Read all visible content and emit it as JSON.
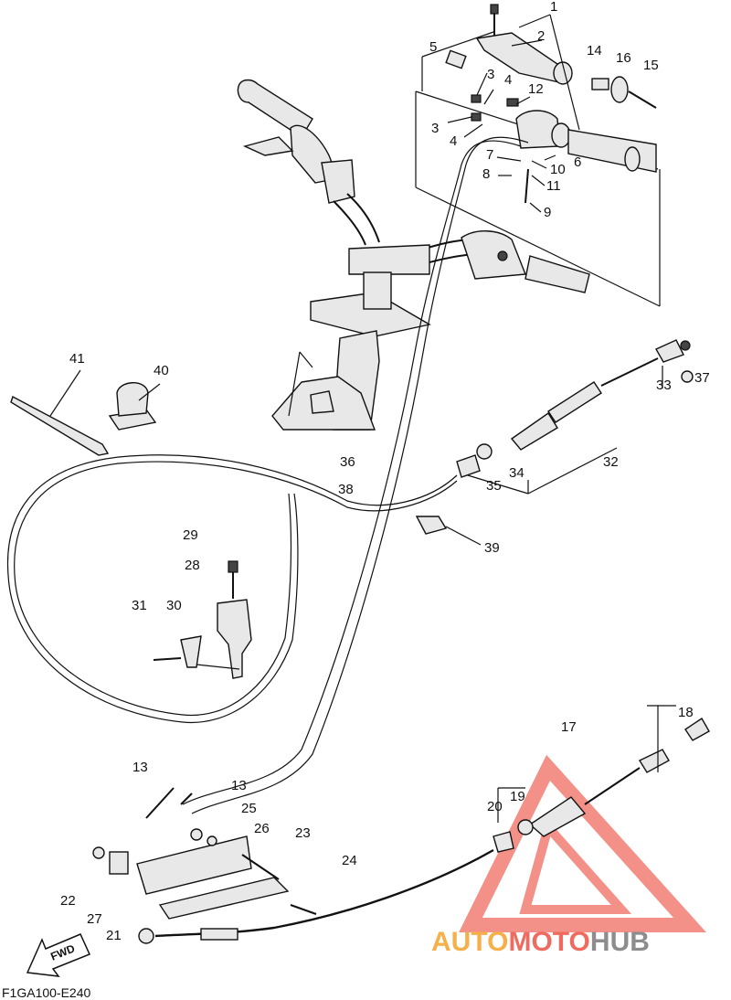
{
  "diagram": {
    "part_numbers": [
      "1",
      "2",
      "3",
      "4",
      "5",
      "12",
      "3",
      "4",
      "14",
      "16",
      "15",
      "7",
      "10",
      "6",
      "8",
      "11",
      "9",
      "41",
      "40",
      "33",
      "37",
      "32",
      "36",
      "34",
      "35",
      "38",
      "39",
      "29",
      "28",
      "31",
      "30",
      "18",
      "17",
      "13",
      "13",
      "19",
      "20",
      "25",
      "26",
      "23",
      "24",
      "22",
      "27",
      "21"
    ],
    "fwd_label": "FWD",
    "drawing_code": "F1GA100-E240"
  },
  "watermark": {
    "part1": "AUTO",
    "part2": "MOTO",
    "part3": "HUB",
    "colors": {
      "auto": "#f6b04a",
      "moto": "#ef6b60",
      "hub": "#8d8d8d",
      "triangle": "#ef6b60"
    }
  }
}
